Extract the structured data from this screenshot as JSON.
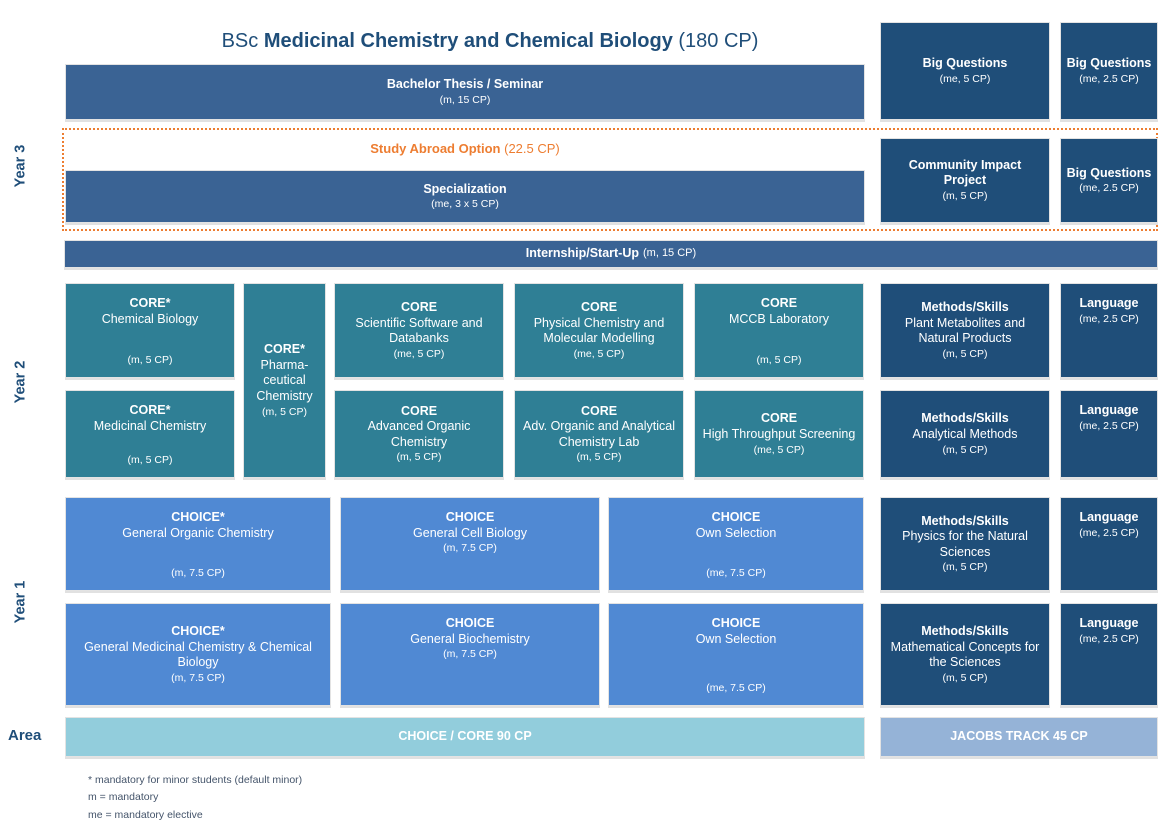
{
  "title": {
    "prefix": "BSc ",
    "program": "Medicinal Chemistry and Chemical Biology",
    "suffix": " (180 CP)"
  },
  "year_labels": {
    "year3": "Year 3",
    "year2": "Year 2",
    "year1": "Year 1",
    "area": "Area"
  },
  "colors": {
    "steel_blue_bar": "#3a6394",
    "navy_box": "#1f4e79",
    "teal_core": "#2f7f95",
    "choice_blue": "#5089d3",
    "area_cyan": "#92cddc",
    "jacobs_light_blue": "#95b3d7",
    "study_abroad_orange": "#ed7d31",
    "title_navy": "#1f4e79",
    "footnote_gray": "#44546a"
  },
  "modules": {
    "bachelor_thesis": {
      "title": "Bachelor Thesis / Seminar",
      "cp": "(m, 15 CP)"
    },
    "big_questions_top": {
      "title": "Big Questions",
      "cp": "(me, 5 CP)"
    },
    "big_questions_top_small": {
      "title": "Big Questions",
      "cp": "(me, 2.5 CP)"
    },
    "study_abroad": {
      "title": "Study Abroad Option",
      "cp": "(22.5 CP)"
    },
    "specialization": {
      "title": "Specialization",
      "cp": "(me, 3 x 5 CP)"
    },
    "community_impact": {
      "title": "Community Impact Project",
      "cp": "(m, 5 CP)"
    },
    "big_questions_mid_small": {
      "title": "Big Questions",
      "cp": "(me, 2.5 CP)"
    },
    "internship": {
      "title": "Internship/Start-Up",
      "cp": "(m, 15 CP)"
    },
    "chem_bio": {
      "cat": "CORE*",
      "name": "Chemical Biology",
      "cp": "(m, 5 CP)"
    },
    "pharma": {
      "cat": "CORE*",
      "name": "Pharma-ceutical Chemistry",
      "cp": "(m, 5 CP)"
    },
    "sci_soft": {
      "cat": "CORE",
      "name": "Scientific Software and Databanks",
      "cp": "(me, 5 CP)"
    },
    "phys_chem": {
      "cat": "CORE",
      "name": "Physical Chemistry and Molecular Modelling",
      "cp": "(me, 5 CP)"
    },
    "mccb": {
      "cat": "CORE",
      "name": "MCCB Laboratory",
      "cp": "(m, 5 CP)"
    },
    "ms_plant": {
      "cat": "Methods/Skills",
      "name": "Plant Metabolites and Natural Products",
      "cp": "(m, 5 CP)"
    },
    "lang_y2a": {
      "cat": "Language",
      "cp": "(me, 2.5 CP)"
    },
    "med_chem": {
      "cat": "CORE*",
      "name": "Medicinal Chemistry",
      "cp": "(m, 5 CP)"
    },
    "adv_org": {
      "cat": "CORE",
      "name": "Advanced Organic Chemistry",
      "cp": "(m, 5 CP)"
    },
    "adv_lab": {
      "cat": "CORE",
      "name": "Adv. Organic and Analytical Chemistry Lab",
      "cp": "(m, 5 CP)"
    },
    "hts": {
      "cat": "CORE",
      "name": "High Throughput Screening",
      "cp": "(me, 5 CP)"
    },
    "ms_analytical": {
      "cat": "Methods/Skills",
      "name": "Analytical Methods",
      "cp": "(m, 5 CP)"
    },
    "lang_y2b": {
      "cat": "Language",
      "cp": "(me, 2.5 CP)"
    },
    "gen_org": {
      "cat": "CHOICE*",
      "name": "General Organic Chemistry",
      "cp": "(m, 7.5 CP)"
    },
    "gen_cell": {
      "cat": "CHOICE",
      "name": "General Cell Biology",
      "cp": "(m, 7.5 CP)"
    },
    "own_selection_a": {
      "cat": "CHOICE",
      "name": "Own Selection",
      "cp": "(me, 7.5 CP)"
    },
    "ms_physics": {
      "cat": "Methods/Skills",
      "name": "Physics for the Natural Sciences",
      "cp": "(m, 5 CP)"
    },
    "lang_y1a": {
      "cat": "Language",
      "cp": "(me, 2.5 CP)"
    },
    "gen_med": {
      "cat": "CHOICE*",
      "name": "General Medicinal Chemistry & Chemical Biology",
      "cp": "(m, 7.5 CP)"
    },
    "gen_biochem": {
      "cat": "CHOICE",
      "name": "General Biochemistry",
      "cp": "(m, 7.5 CP)"
    },
    "own_selection_b": {
      "cat": "CHOICE",
      "name": "Own Selection",
      "cp": "(me, 7.5 CP)"
    },
    "ms_math": {
      "cat": "Methods/Skills",
      "name": "Mathematical Concepts for the Sciences",
      "cp": "(m, 5 CP)"
    },
    "lang_y1b": {
      "cat": "Language",
      "cp": "(me, 2.5 CP)"
    },
    "area_choice_core": {
      "title": "CHOICE / CORE 90 CP"
    },
    "area_jacobs": {
      "title": "JACOBS TRACK 45 CP"
    }
  },
  "footnotes": [
    "* mandatory for minor students (default minor)",
    "m = mandatory",
    "me = mandatory elective"
  ]
}
